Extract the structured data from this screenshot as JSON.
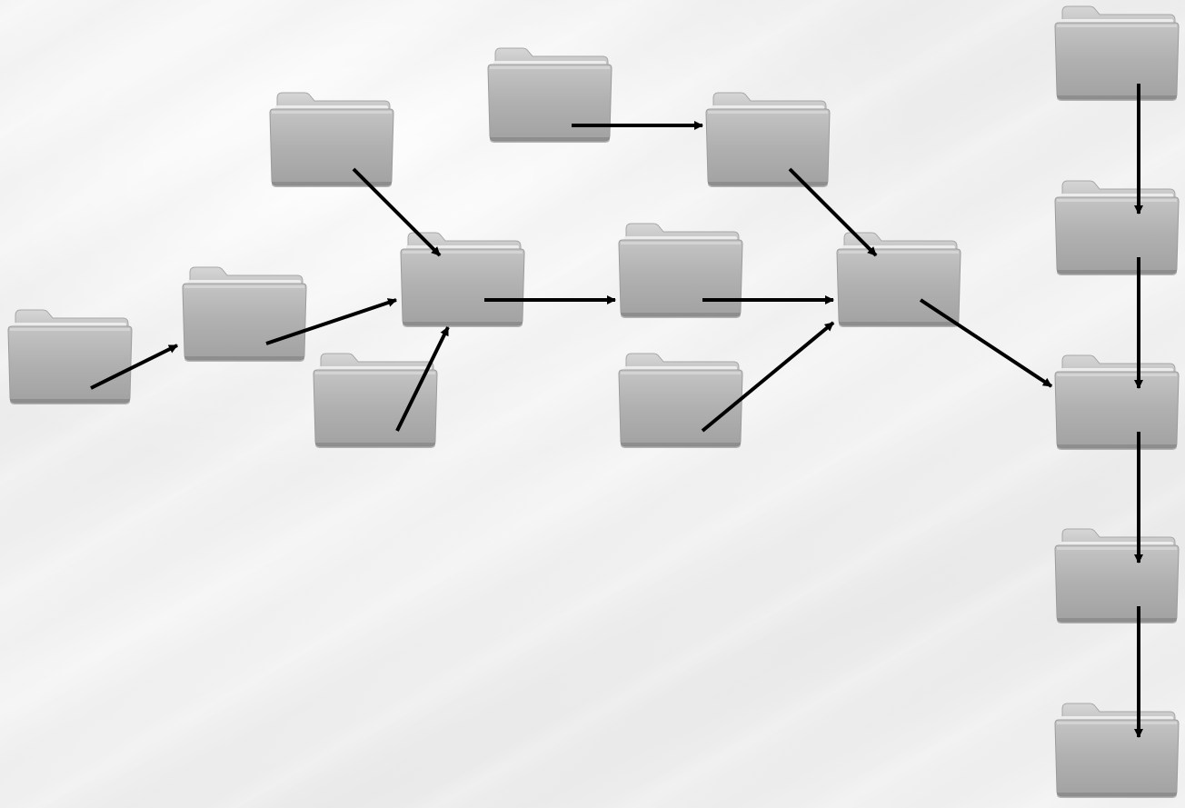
{
  "diagram": {
    "nodes": [
      {
        "id": "f1",
        "icon": "folder-icon"
      },
      {
        "id": "f2",
        "icon": "folder-icon"
      },
      {
        "id": "f3",
        "icon": "folder-icon"
      },
      {
        "id": "f4",
        "icon": "folder-icon"
      },
      {
        "id": "f5",
        "icon": "folder-icon"
      },
      {
        "id": "f6",
        "icon": "folder-icon"
      },
      {
        "id": "f7",
        "icon": "folder-icon"
      },
      {
        "id": "f8",
        "icon": "folder-icon"
      },
      {
        "id": "f9",
        "icon": "folder-icon"
      },
      {
        "id": "f10",
        "icon": "folder-icon"
      },
      {
        "id": "f11",
        "icon": "folder-icon"
      },
      {
        "id": "f12",
        "icon": "folder-icon"
      },
      {
        "id": "f13",
        "icon": "folder-icon"
      },
      {
        "id": "f14",
        "icon": "folder-icon"
      },
      {
        "id": "f15",
        "icon": "folder-icon"
      }
    ],
    "edges": [
      {
        "from": "f1",
        "to": "f2"
      },
      {
        "from": "f2",
        "to": "f5"
      },
      {
        "from": "f3",
        "to": "f5"
      },
      {
        "from": "f4",
        "to": "f5"
      },
      {
        "from": "f5",
        "to": "f7"
      },
      {
        "from": "f6",
        "to": "f9"
      },
      {
        "from": "f9",
        "to": "f10"
      },
      {
        "from": "f7",
        "to": "f10"
      },
      {
        "from": "f8",
        "to": "f10"
      },
      {
        "from": "f10",
        "to": "f13"
      },
      {
        "from": "f11",
        "to": "f12"
      },
      {
        "from": "f12",
        "to": "f13"
      },
      {
        "from": "f13",
        "to": "f14"
      },
      {
        "from": "f14",
        "to": "f15"
      }
    ],
    "colors": {
      "background": "#f0f0f0",
      "folder_body": "#b4b4b4",
      "folder_tab": "#c8c8c8",
      "arrow": "#000000"
    }
  }
}
